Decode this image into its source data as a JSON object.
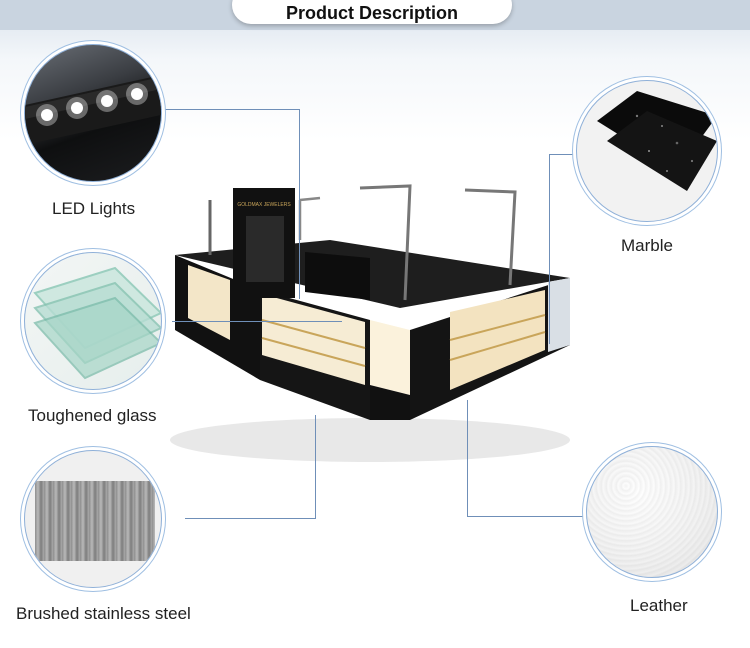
{
  "header": {
    "title": "Product Description"
  },
  "materials": [
    {
      "id": "led",
      "label": "LED Lights"
    },
    {
      "id": "glass",
      "label": "Toughened glass"
    },
    {
      "id": "steel",
      "label": "Brushed stainless steel"
    },
    {
      "id": "marble",
      "label": "Marble"
    },
    {
      "id": "leather",
      "label": "Leather"
    }
  ],
  "kiosk": {
    "sign_text": "GOLDMAX JEWELERS"
  },
  "colors": {
    "accent_line": "#6f8fb8",
    "cabinet": "#141414",
    "display_light": "#f3e6c8"
  }
}
